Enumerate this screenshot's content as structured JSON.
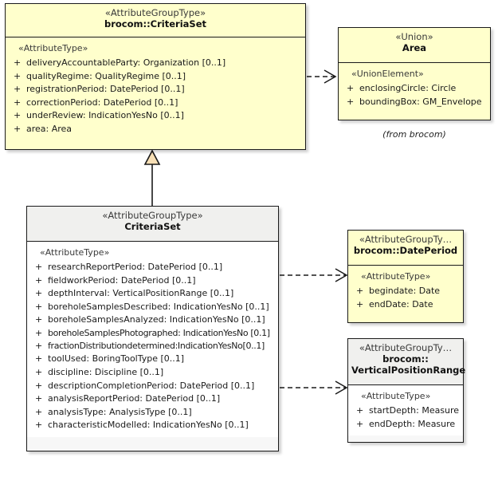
{
  "diagram": {
    "type": "uml-class-diagram",
    "title": "brocom::CriteriaSet class diagram",
    "colors": {
      "class_fill_yellow": "#ffffcc",
      "class_fill_plain_header": "#f0f0ee",
      "class_fill_plain_body": "#ffffff",
      "border": "#1a1a1a",
      "generalization_fill": "#f7dfb5",
      "text": "#1a1a1a"
    }
  },
  "classes": {
    "brocom_criteriaset": {
      "stereotype": "«AttributeGroupType»",
      "name": "brocom::CriteriaSet",
      "compartment_stereotype": "«AttributeType»",
      "attributes": [
        {
          "visibility": "+",
          "signature": "deliveryAccountableParty: Organization [0..1]"
        },
        {
          "visibility": "+",
          "signature": "qualityRegime: QualityRegime [0..1]"
        },
        {
          "visibility": "+",
          "signature": "registrationPeriod: DatePeriod [0..1]"
        },
        {
          "visibility": "+",
          "signature": "correctionPeriod: DatePeriod [0..1]"
        },
        {
          "visibility": "+",
          "signature": "underReview: IndicationYesNo [0..1]"
        },
        {
          "visibility": "+",
          "signature": "area: Area"
        }
      ]
    },
    "area": {
      "stereotype": "«Union»",
      "name": "Area",
      "compartment_stereotype": "«UnionElement»",
      "attributes": [
        {
          "visibility": "+",
          "signature": "enclosingCircle: Circle"
        },
        {
          "visibility": "+",
          "signature": "boundingBox: GM_Envelope"
        }
      ],
      "caption": "(from brocom)"
    },
    "criteriaset": {
      "stereotype": "«AttributeGroupType»",
      "name": "CriteriaSet",
      "compartment_stereotype": "«AttributeType»",
      "attributes": [
        {
          "visibility": "+",
          "signature": "researchReportPeriod: DatePeriod [0..1]"
        },
        {
          "visibility": "+",
          "signature": "fieldworkPeriod: DatePeriod [0..1]"
        },
        {
          "visibility": "+",
          "signature": "depthInterval: VerticalPositionRange [0..1]"
        },
        {
          "visibility": "+",
          "signature": "boreholeSamplesDescribed: IndicationYesNo [0..1]"
        },
        {
          "visibility": "+",
          "signature": "boreholeSamplesAnalyzed: IndicationYesNo [0..1]"
        },
        {
          "visibility": "+",
          "signature": "boreholeSamplesPhotographed: IndicationYesNo [0.1]"
        },
        {
          "visibility": "+",
          "signature": "fractionDistributiondetermined:IndicationYesNo[0..1]"
        },
        {
          "visibility": "+",
          "signature": "toolUsed: BoringToolType [0..1]"
        },
        {
          "visibility": "+",
          "signature": "discipline: Discipline [0..1]"
        },
        {
          "visibility": "+",
          "signature": "descriptionCompletionPeriod: DatePeriod [0..1]"
        },
        {
          "visibility": "+",
          "signature": "analysisReportPeriod: DatePeriod [0..1]"
        },
        {
          "visibility": "+",
          "signature": "analysisType: AnalysisType [0..1]"
        },
        {
          "visibility": "+",
          "signature": "characteristicModelled: IndicationYesNo [0..1]"
        }
      ]
    },
    "dateperiod": {
      "stereotype": "«AttributeGroupTy…",
      "name": "brocom::DatePeriod",
      "compartment_stereotype": "«AttributeType»",
      "attributes": [
        {
          "visibility": "+",
          "signature": "begindate: Date"
        },
        {
          "visibility": "+",
          "signature": "endDate: Date"
        }
      ]
    },
    "verticalpositionrange": {
      "stereotype": "«AttributeGroupTy…",
      "name_line1": "brocom::",
      "name_line2": "VerticalPositionRange",
      "compartment_stereotype": "«AttributeType»",
      "attributes": [
        {
          "visibility": "+",
          "signature": "startDepth: Measure"
        },
        {
          "visibility": "+",
          "signature": "endDepth: Measure"
        }
      ]
    }
  },
  "relationships": [
    {
      "kind": "generalization",
      "from": "criteriaset",
      "to": "brocom_criteriaset"
    },
    {
      "kind": "dependency",
      "from": "brocom_criteriaset",
      "to": "area"
    },
    {
      "kind": "dependency",
      "from": "criteriaset",
      "to": "dateperiod"
    },
    {
      "kind": "dependency",
      "from": "criteriaset",
      "to": "verticalpositionrange"
    }
  ]
}
